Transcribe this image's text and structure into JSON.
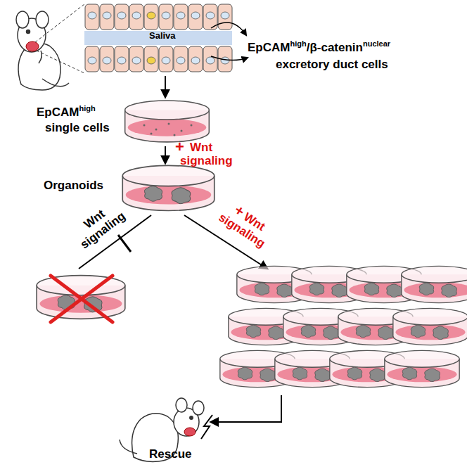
{
  "diagram": {
    "labels": [
      "Saliva",
      "EpCAM",
      "high",
      "/β-catenin",
      "nuclear",
      "excretory duct cells",
      "EpCAM",
      "high",
      "single cells",
      "+",
      "Wnt",
      "signaling",
      "Organoids",
      "Wnt",
      "signaling",
      "+",
      "Wnt",
      "signaling",
      "Rescue"
    ]
  }
}
